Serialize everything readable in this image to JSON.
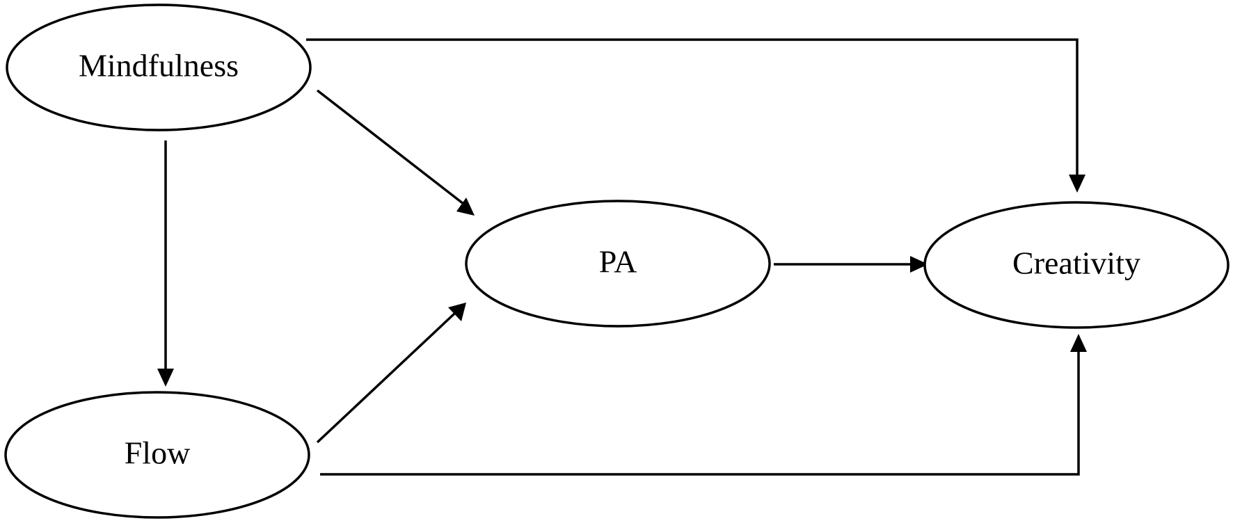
{
  "diagram": {
    "nodes": {
      "mindfulness": {
        "label": "Mindfulness"
      },
      "pa": {
        "label": "PA"
      },
      "creativity": {
        "label": "Creativity"
      },
      "flow": {
        "label": "Flow"
      }
    },
    "edges": [
      {
        "from": "mindfulness",
        "to": "creativity"
      },
      {
        "from": "mindfulness",
        "to": "pa"
      },
      {
        "from": "mindfulness",
        "to": "flow"
      },
      {
        "from": "flow",
        "to": "pa"
      },
      {
        "from": "pa",
        "to": "creativity"
      },
      {
        "from": "flow",
        "to": "creativity"
      }
    ],
    "colors": {
      "stroke": "#000000",
      "background": "#ffffff"
    }
  }
}
